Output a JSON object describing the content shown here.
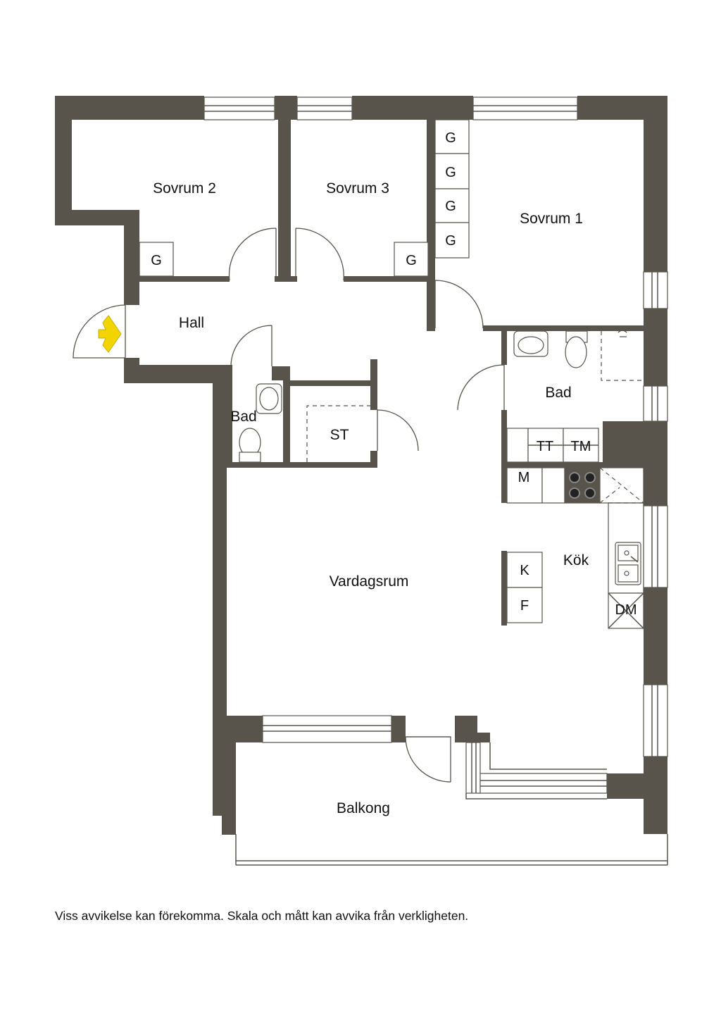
{
  "rooms": {
    "sovrum2": "Sovrum 2",
    "sovrum3": "Sovrum 3",
    "sovrum1": "Sovrum 1",
    "hall": "Hall",
    "bad_small": "Bad",
    "st": "ST",
    "bad_large": "Bad",
    "vardagsrum": "Vardagsrum",
    "kok": "Kök",
    "balkong": "Balkong"
  },
  "fixtures": {
    "wardrobe": "G",
    "tt": "TT",
    "tm": "TM",
    "m": "M",
    "k": "K",
    "f": "F",
    "dm": "DM"
  },
  "colors": {
    "wall": "#58544b",
    "entrance_arrow": "#f2d500"
  },
  "disclaimer": "Viss avvikelse kan förekomma. Skala och mått kan avvika från verkligheten."
}
